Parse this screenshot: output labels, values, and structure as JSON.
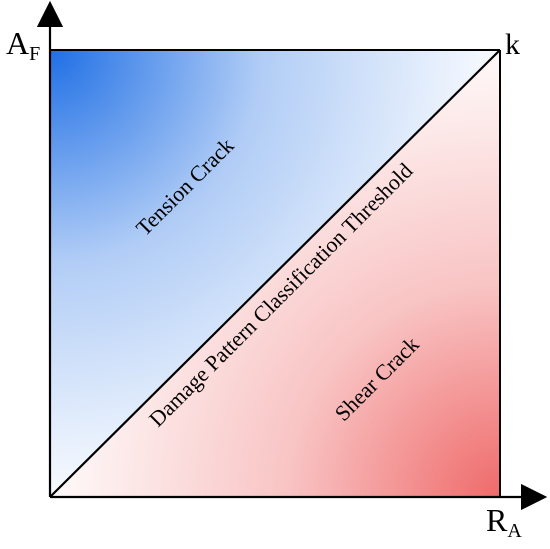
{
  "diagram": {
    "y_axis": {
      "letter": "A",
      "subscript": "F"
    },
    "x_axis": {
      "letter": "R",
      "subscript": "A"
    },
    "corner_label": "k",
    "regions": {
      "upper": {
        "label": "Tension Crack",
        "color": "#1f6fe5"
      },
      "lower": {
        "label": "Shear Crack",
        "color": "#ef6a6a"
      }
    },
    "threshold_label": "Damage Pattern Classification Threshold"
  }
}
